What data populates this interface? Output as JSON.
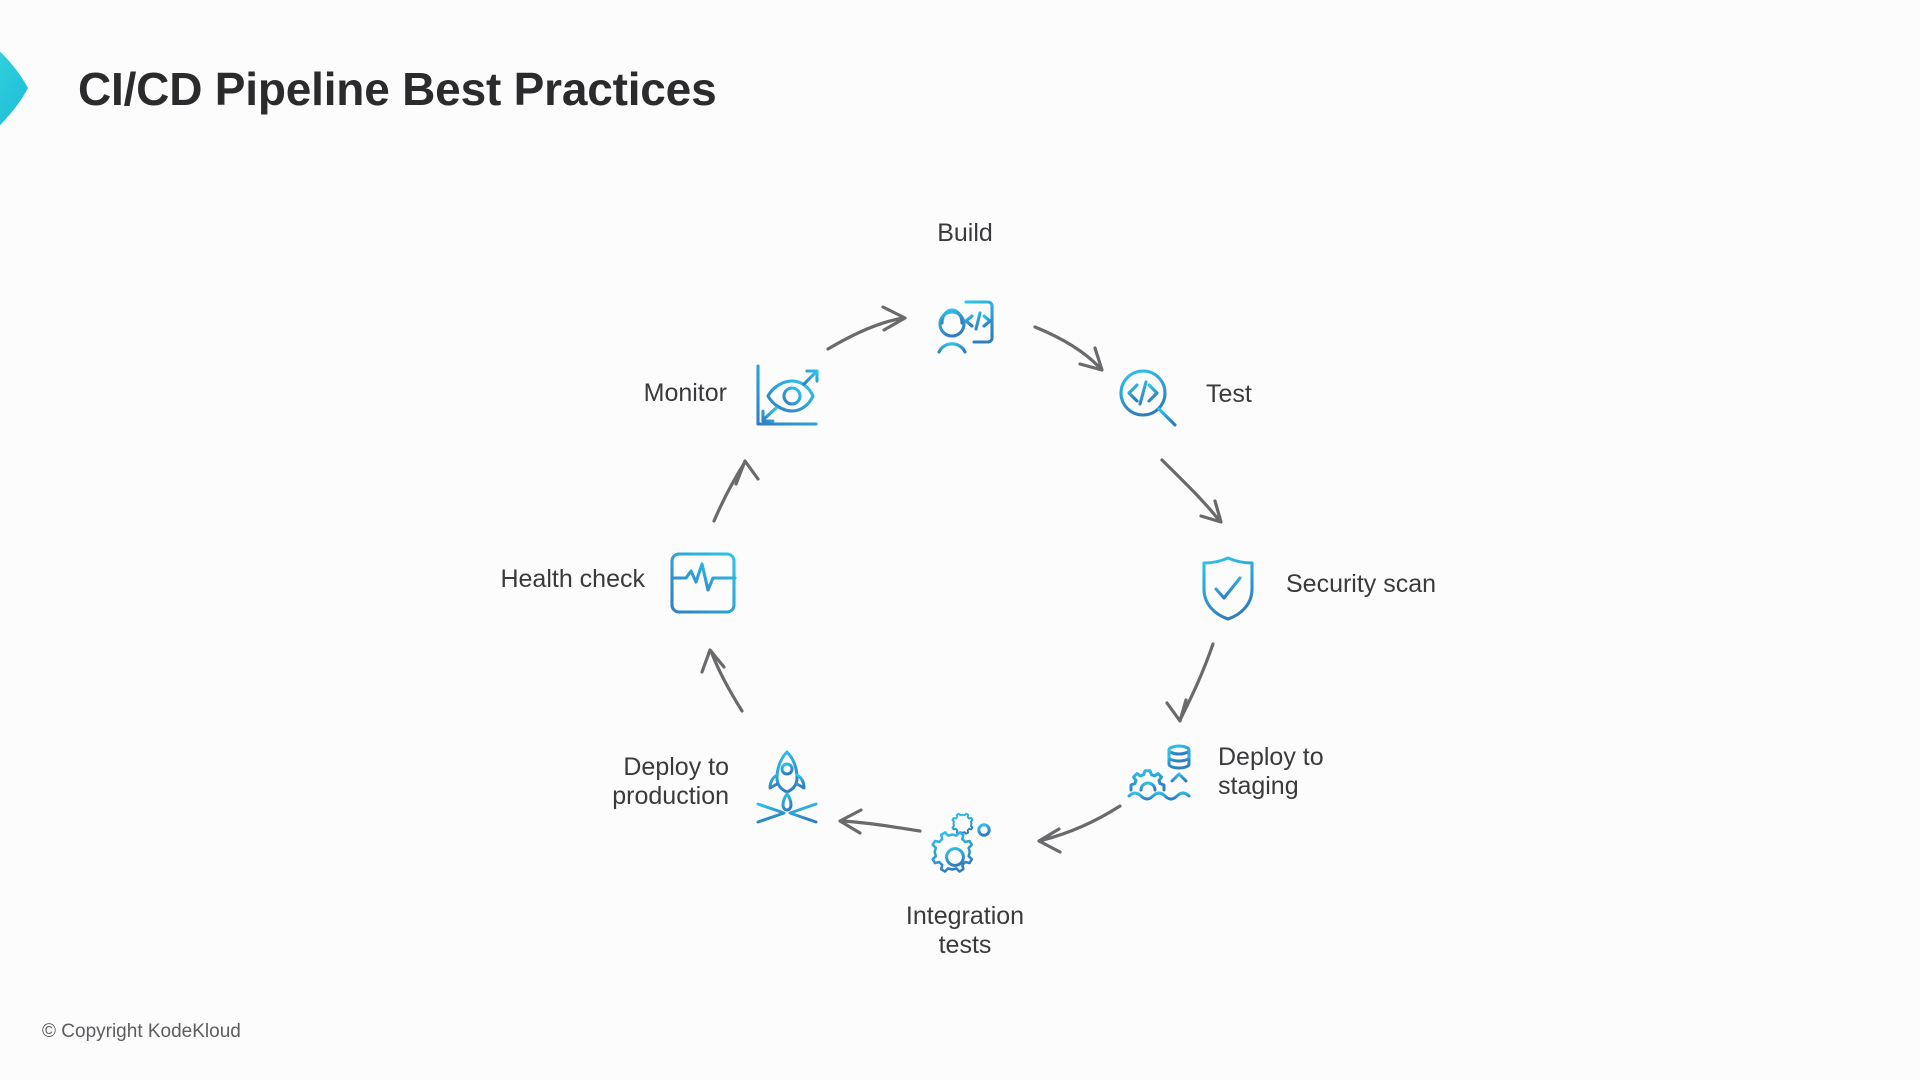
{
  "slide": {
    "title": "CI/CD Pipeline Best Practices",
    "copyright": "© Copyright KodeKloud",
    "background_color": "#fcfcfd",
    "title_color": "#2b2b2d",
    "accent_color": "#29b6e8",
    "accent_color_dark": "#2a7fc1",
    "brand_gradient_from": "#3fe0cf",
    "brand_gradient_to": "#17b9d6",
    "arrow_color": "#6a6a6c"
  },
  "diagram": {
    "type": "cycle",
    "direction": "clockwise",
    "node_count": 8,
    "nodes": [
      {
        "id": "build",
        "label": "Build",
        "icon": "builder-code-document-icon",
        "label_position": "top"
      },
      {
        "id": "test",
        "label": "Test",
        "icon": "magnifier-code-icon",
        "label_position": "right"
      },
      {
        "id": "security-scan",
        "label": "Security scan",
        "icon": "shield-check-icon",
        "label_position": "right"
      },
      {
        "id": "deploy-to-staging",
        "label": "Deploy to\nstaging",
        "icon": "gear-waves-database-upload-icon",
        "label_position": "right"
      },
      {
        "id": "integration-tests",
        "label": "Integration\ntests",
        "icon": "two-gears-icon",
        "label_position": "bottom"
      },
      {
        "id": "deploy-to-production",
        "label": "Deploy to\nproduction",
        "icon": "rocket-launch-icon",
        "label_position": "left"
      },
      {
        "id": "health-check",
        "label": "Health check",
        "icon": "monitor-heartbeat-icon",
        "label_position": "left"
      },
      {
        "id": "monitor",
        "label": "Monitor",
        "icon": "eye-chart-trend-icon",
        "label_position": "left"
      }
    ]
  }
}
